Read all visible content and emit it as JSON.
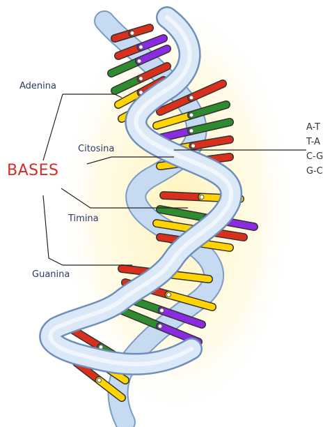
{
  "labels": {
    "adenina": "Adenina",
    "citosina": "Citosina",
    "timina": "Timina",
    "guanina": "Guanina",
    "bases": "BASES"
  },
  "pairs": [
    "A-T",
    "T-A",
    "C-G",
    "G-C"
  ],
  "colors": {
    "adenine": "#2e8b2e",
    "thymine": "#8a2be2",
    "cytosine": "#ffd400",
    "guanine": "#d8301c",
    "backbone": "#c6dbf2",
    "glow": "#fff6c8",
    "bases_label": "#d62a2a"
  }
}
